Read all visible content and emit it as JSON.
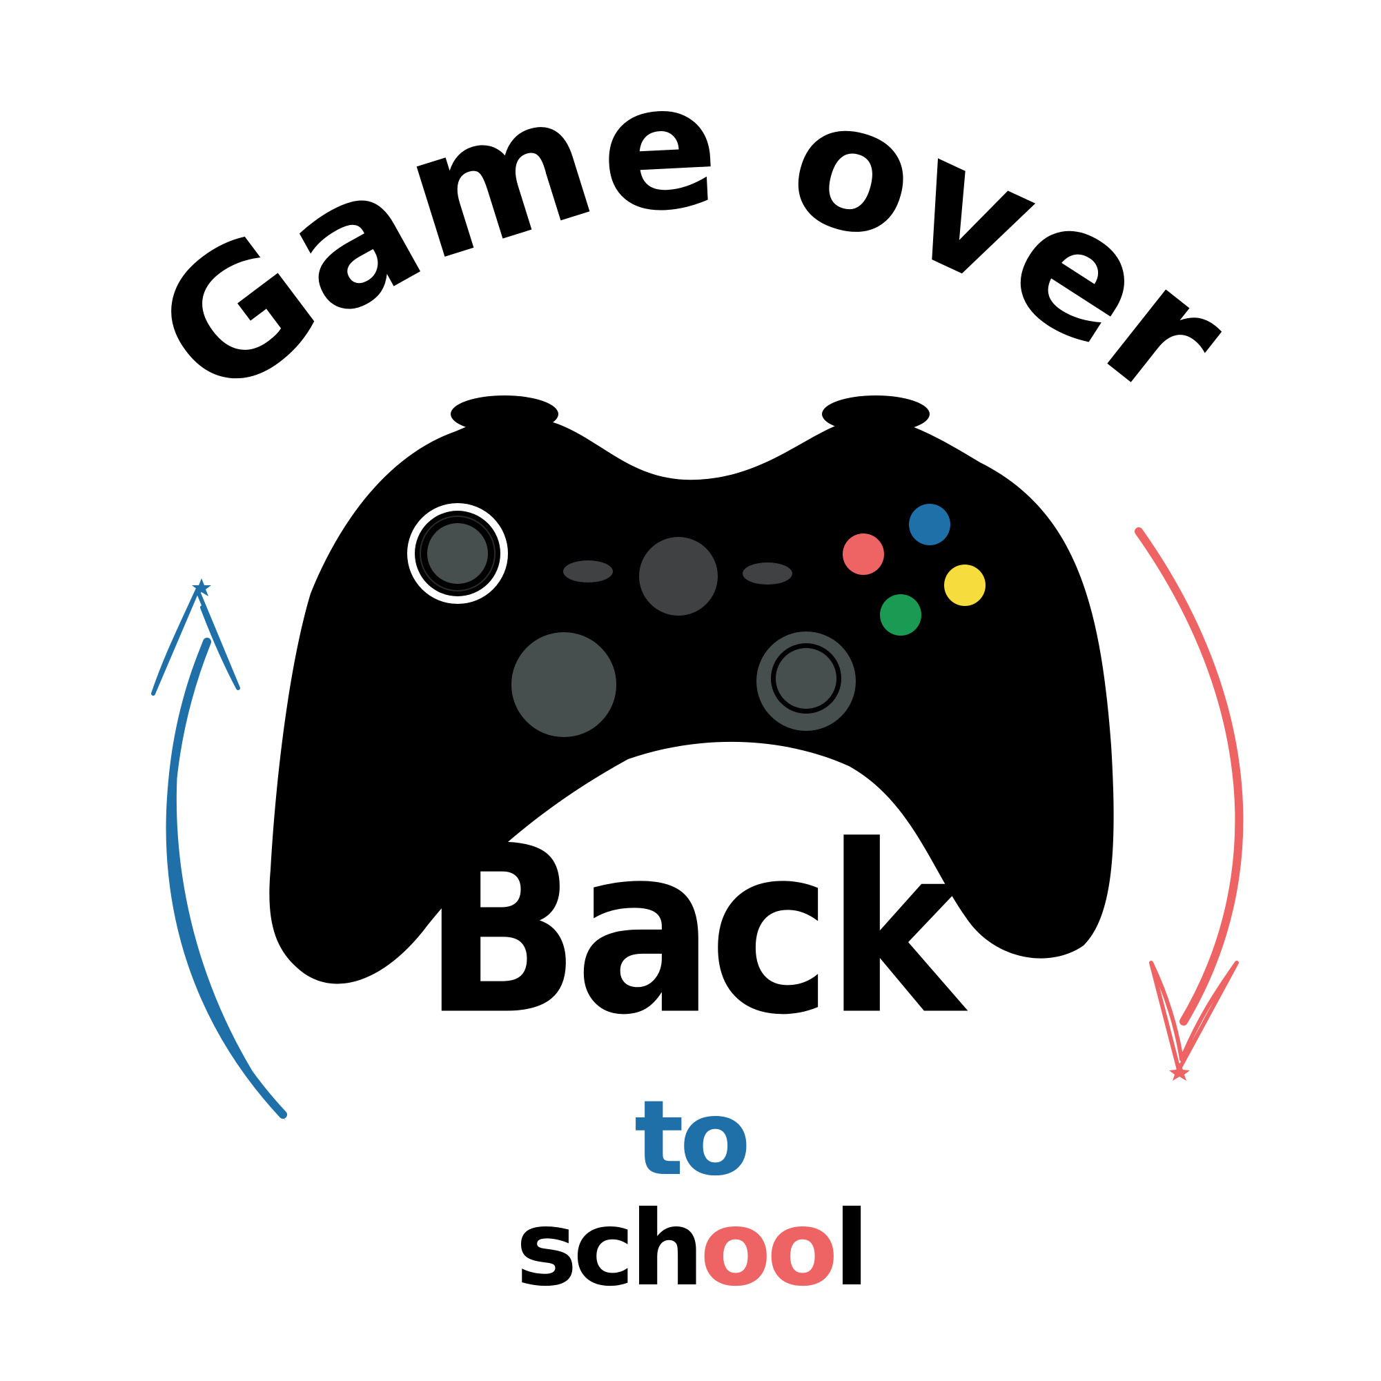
{
  "headline": {
    "text": "Game over",
    "color": "#000000"
  },
  "subhead": {
    "text": "Back",
    "color": "#000000"
  },
  "tagline": {
    "line1": "to",
    "line1_color": "#1f6fa8",
    "line2_part1": "sch",
    "line2_part2": "oo",
    "line2_part3": "l",
    "line2_dark_color": "#000000",
    "line2_accent_color": "#ee6363"
  },
  "controller": {
    "body_color": "#000000",
    "stick_color": "#474f4e",
    "dpad_color": "#3f4142",
    "buttons": {
      "blue": "#1f6fa8",
      "red": "#ee6363",
      "yellow": "#f7dc3e",
      "green": "#1a9a52"
    }
  },
  "arrows": {
    "left_color": "#1f6fa8",
    "right_color": "#ee6363",
    "left_direction": "up",
    "right_direction": "down"
  }
}
